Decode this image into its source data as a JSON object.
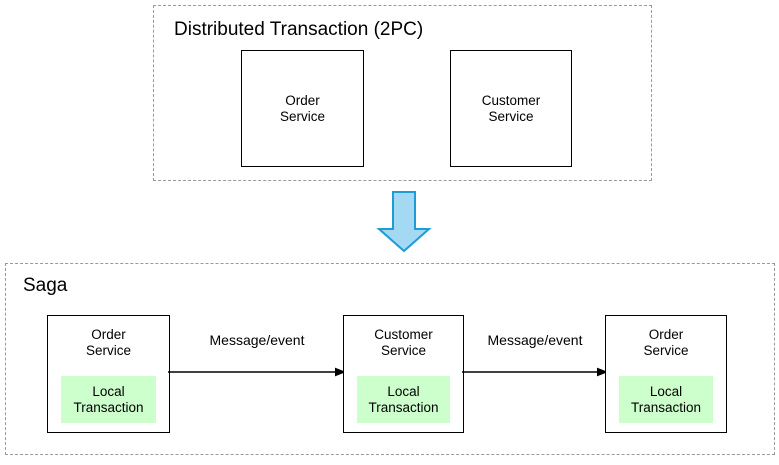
{
  "diagram": {
    "title_absent": true,
    "background_color": "#ffffff",
    "groups": [
      {
        "id": "2pc",
        "title": "Distributed Transaction (2PC)",
        "border_style": "dashed",
        "border_color": "#9a9a9a",
        "services": [
          {
            "name": "Order\nService"
          },
          {
            "name": "Customer\nService"
          }
        ]
      },
      {
        "id": "saga",
        "title": "Saga",
        "border_style": "dashed",
        "border_color": "#9a9a9a",
        "services": [
          {
            "name": "Order\nService",
            "local_transaction": "Local\nTransaction"
          },
          {
            "name": "Customer\nService",
            "local_transaction": "Local\nTransaction"
          },
          {
            "name": "Order\nService",
            "local_transaction": "Local\nTransaction"
          }
        ],
        "connectors": [
          {
            "label": "Message/event",
            "direction": "right"
          },
          {
            "label": "Message/event",
            "direction": "right"
          }
        ]
      }
    ],
    "transition_arrow": {
      "direction": "down",
      "fill_color": "#a3d9f2",
      "stroke_color": "#1f9bd8"
    },
    "colors": {
      "local_transaction_highlight": "#ccffcc",
      "box_border": "#000000",
      "group_border": "#9a9a9a",
      "text": "#000000"
    }
  }
}
